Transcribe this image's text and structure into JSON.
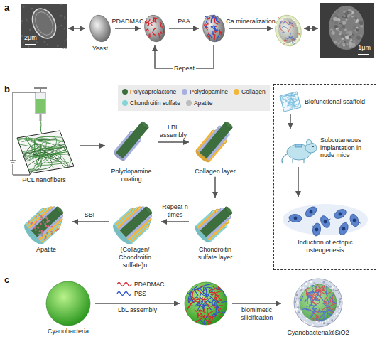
{
  "diagram": {
    "nodes": [
      {
        "text": [
          "2μm"
        ]
      },
      {
        "text": [
          "Yeast"
        ]
      },
      {
        "text": []
      },
      {
        "text": []
      },
      {
        "text": []
      },
      {
        "text": [
          "1μm"
        ]
      },
      {
        "text": [
          "PCL nanofibers"
        ]
      },
      {
        "text": [
          "Polydopamine coating"
        ]
      },
      {
        "text": [
          "Collagen layer"
        ]
      },
      {
        "text": [
          "Chondroitin sulfate layer"
        ]
      },
      {
        "text": [
          "(Collagen/ Chondroitin sulfate)n"
        ]
      },
      {
        "text": [
          "Apatite"
        ]
      },
      {
        "text": []
      },
      {
        "text": [
          "Biofunctional scaffold"
        ],
        "in": 12
      },
      {
        "text": [
          "Subcutaneous implantation in nude mice"
        ],
        "in": 12
      },
      {
        "text": [
          "Induction of ectopic osteogenesis"
        ],
        "in": 12
      },
      {
        "text": [
          "Cyanobacteria"
        ]
      },
      {
        "text": []
      },
      {
        "text": [
          "Cyanobacteria@SiO2"
        ]
      }
    ],
    "edges": [
      {
        "from": 0,
        "to": 1,
        "arrow": "both"
      },
      {
        "from": 1,
        "to": 2,
        "label": "PDADMAC",
        "arrow": "to"
      },
      {
        "from": 2,
        "to": 3,
        "label": "PAA",
        "arrow": "to"
      },
      {
        "from": 3,
        "to": 4,
        "label": "Ca mineralization",
        "arrow": "to"
      },
      {
        "from": 4,
        "to": 5,
        "arrow": "both"
      },
      {
        "from": 3,
        "to": 2,
        "label": "Repeat",
        "arrow": "to"
      },
      {
        "from": 6,
        "to": 7,
        "arrow": "to"
      },
      {
        "from": 7,
        "to": 8,
        "label": "LBL assembly",
        "arrow": "to"
      },
      {
        "from": 8,
        "to": 9,
        "arrow": "to"
      },
      {
        "from": 9,
        "to": 10,
        "label": "Repeat n times",
        "arrow": "to"
      },
      {
        "from": 10,
        "to": 11,
        "label": "SBF",
        "arrow": "to"
      },
      {
        "from": 13,
        "to": 14,
        "arrow": "to"
      },
      {
        "from": 14,
        "to": 15,
        "arrow": "to"
      },
      {
        "from": 16,
        "to": 17,
        "label": "LbL assembly",
        "arrow": "to"
      },
      {
        "from": 17,
        "to": 18,
        "label": "biomimetic silicification",
        "arrow": "to"
      }
    ],
    "labels": [
      "a",
      "b",
      "c"
    ],
    "legend": [
      {
        "text": "Polycaprolactone",
        "color": "#3d6e3d"
      },
      {
        "text": "Polydopamine",
        "color": "#a7b0de"
      },
      {
        "text": "Collagen",
        "color": "#f3b63c"
      },
      {
        "text": "Chondroitin sulfate",
        "color": "#84d4d8"
      },
      {
        "text": "Apatite",
        "color": "#bcbcbc"
      },
      {
        "text": "PDADMAC"
      },
      {
        "text": "PSS"
      }
    ]
  }
}
